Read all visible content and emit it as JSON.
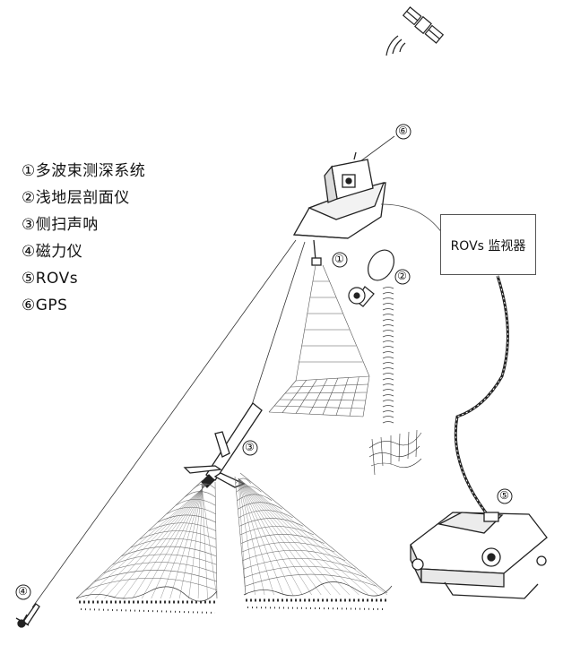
{
  "legend": [
    {
      "mark": "①",
      "label": "多波束测深系统"
    },
    {
      "mark": "②",
      "label": "浅地层剖面仪"
    },
    {
      "mark": "③",
      "label": "侧扫声呐"
    },
    {
      "mark": "④",
      "label": "磁力仪"
    },
    {
      "mark": "⑤",
      "label": "ROVs"
    },
    {
      "mark": "⑥",
      "label": "GPS"
    }
  ],
  "monitor": {
    "label": "ROVs 监视器"
  },
  "tags": {
    "gps": "⑥",
    "multibeam": "①",
    "subbottom": "②",
    "sidescan": "③",
    "magnetometer": "④",
    "rov": "⑤"
  },
  "colors": {
    "line": "#222222",
    "ink": "#111111",
    "grid": "#555555"
  }
}
